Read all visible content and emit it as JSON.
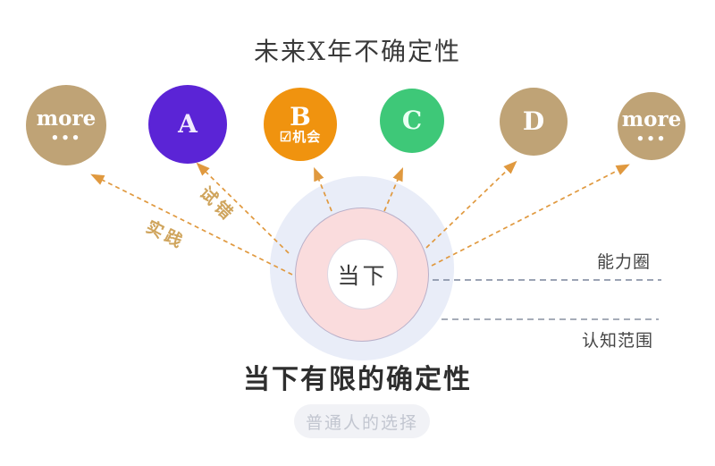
{
  "title": "未来X年不确定性",
  "options": [
    {
      "id": "more-left",
      "label": "more",
      "sublabel": "•••",
      "color": "#bfa376"
    },
    {
      "id": "a",
      "label": "A",
      "sublabel": "",
      "color": "#5b24d6"
    },
    {
      "id": "b",
      "label": "B",
      "sublabel": "☑机会",
      "color": "#f0930f"
    },
    {
      "id": "c",
      "label": "C",
      "sublabel": "",
      "color": "#3ec878"
    },
    {
      "id": "d",
      "label": "D",
      "sublabel": "",
      "color": "#bfa376"
    },
    {
      "id": "more-right",
      "label": "more",
      "sublabel": "•••",
      "color": "#bfa376"
    }
  ],
  "center": {
    "label": "当下"
  },
  "arrow_labels": {
    "trial": "试错",
    "practice": "实践"
  },
  "region_labels": {
    "capability": "能力圈",
    "cognition": "认知范围"
  },
  "footer": {
    "subtitle": "当下有限的确定性",
    "pill": "普通人的选择"
  },
  "colors": {
    "arrow": "#e0993f",
    "arrow_label_text": "#cfa45c",
    "tan_circle": "#bfa376",
    "purple_circle": "#5b24d6",
    "orange_circle": "#f0930f",
    "green_circle": "#3ec878",
    "cognition_ring": "#e9edf8",
    "capability_ring": "#fadcdd",
    "capability_ring_border": "#b9b0c9",
    "dashed_line": "#8d96aa",
    "pill_background": "#f1f2f6",
    "pill_text": "#c2c6d0",
    "title_text": "#3a3a3a"
  }
}
